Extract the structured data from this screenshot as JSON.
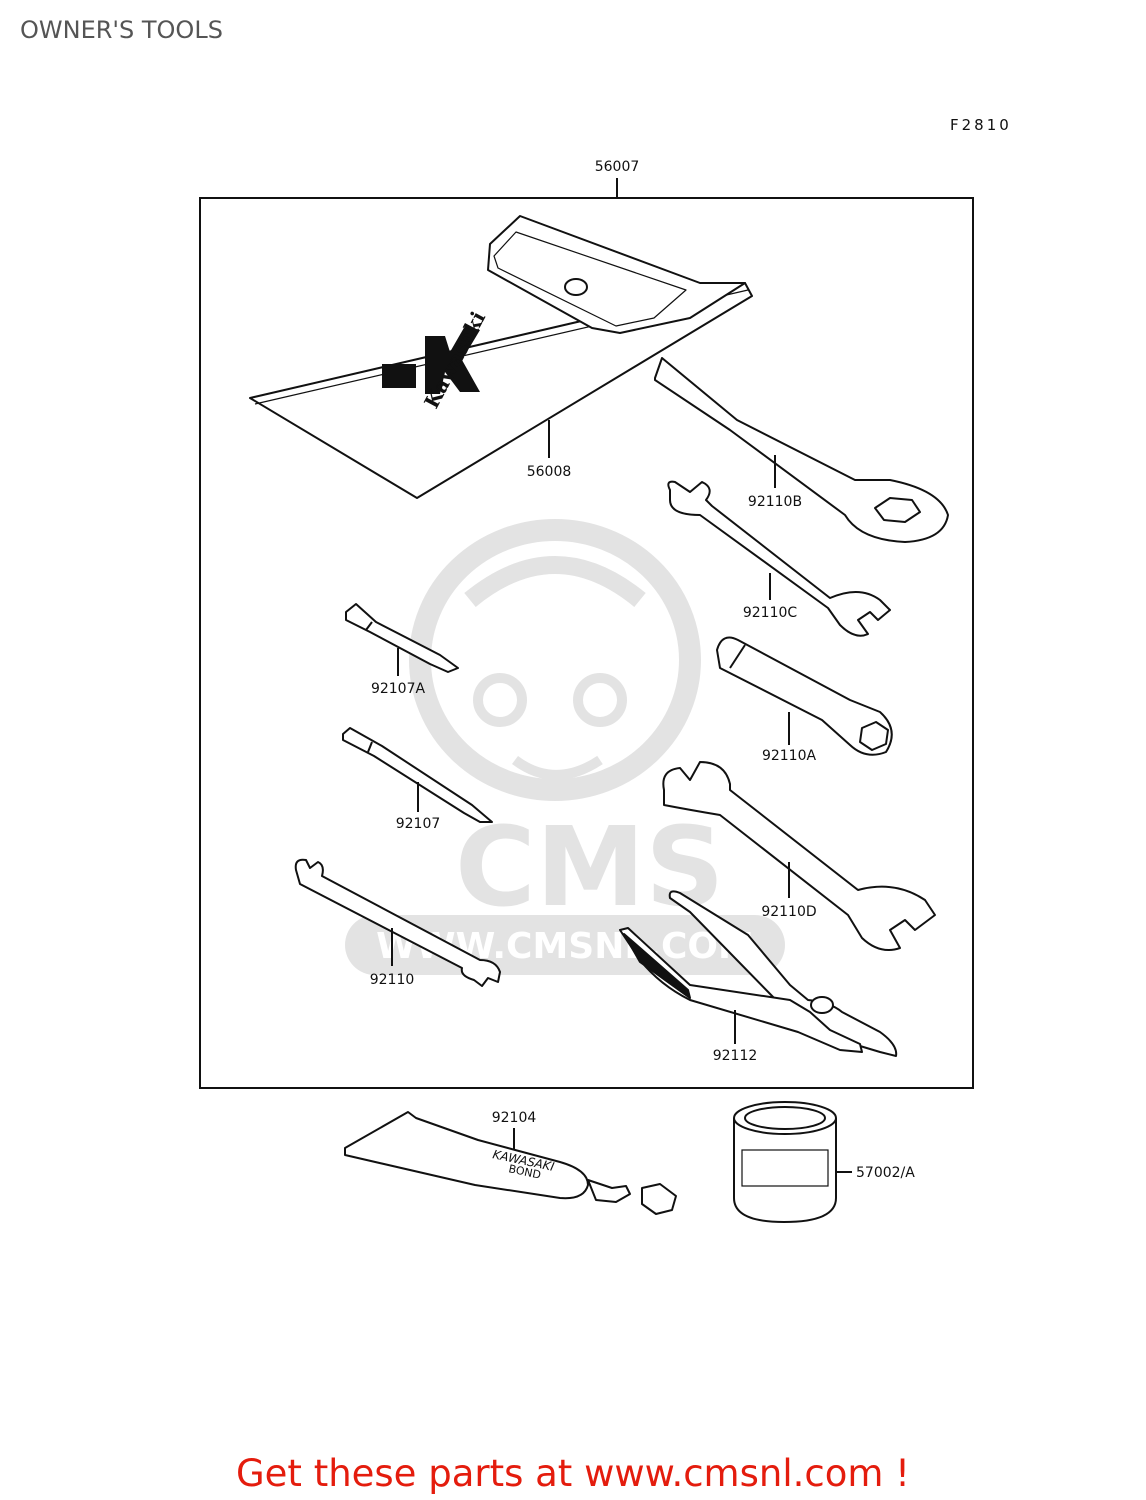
{
  "title": "OWNER'S TOOLS",
  "figure_code": "F2810",
  "parts": {
    "kit": "56007",
    "bag": "56008",
    "spanner_box": "92110B",
    "wrench_small": "92110C",
    "screwdriver_a": "92107A",
    "spark_plug_wrench": "92110A",
    "screwdriver": "92107",
    "wrench_large": "92110D",
    "screwdriver_handle": "92110",
    "pliers": "92112",
    "bond_tube": "92104",
    "can": "57002/A"
  },
  "bag_brand": "Kawasaki",
  "tube_text": {
    "line1": "KAWASAKI",
    "line2": "BOND"
  },
  "watermark": {
    "logo": "CMS",
    "url": "WWW.CMSNL.COM"
  },
  "footer": "Get these parts at www.cmsnl.com !",
  "colors": {
    "footer": "#e41c0d",
    "title": "#555555",
    "watermark": "#e3e3e3"
  }
}
